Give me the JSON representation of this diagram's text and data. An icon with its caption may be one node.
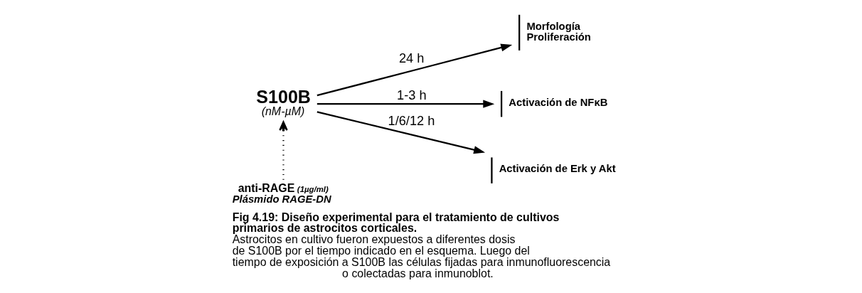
{
  "diagram": {
    "caption": "**Fig 4.19: Diseño experimental para el tratamiento de cultivos primarios de astrocitos corticales.** Astrocitos en cultivo fueron expuestos a diferentes dosis de S100B por el tiempo indicado en el esquema. Luego del tiempo de exposición a S100B las células fijadas para inmunofluorescencia o colectadas para inmunoblot.",
    "nodes": [
      {
        "text": [
          "S100B",
          "(nM-µM)"
        ]
      },
      {
        "text": [
          "Morfología",
          "Proliferación"
        ]
      },
      {
        "text": [
          "Activación de NFκB"
        ]
      },
      {
        "text": [
          "Activación de Erk y Akt"
        ]
      },
      {
        "text": [
          "anti-RAGE *(1µg/ml)*",
          "Plásmido RAGE-DN"
        ]
      }
    ],
    "edges": [
      {
        "from": 0,
        "to": 1,
        "arrow": "to",
        "label": "24 h"
      },
      {
        "from": 0,
        "to": 2,
        "arrow": "to",
        "label": "1-3 h"
      },
      {
        "from": 0,
        "to": 3,
        "arrow": "to",
        "label": "1/6/12 h"
      },
      {
        "from": 4,
        "to": 0,
        "arrow": "to",
        "style": "dashed"
      }
    ]
  }
}
